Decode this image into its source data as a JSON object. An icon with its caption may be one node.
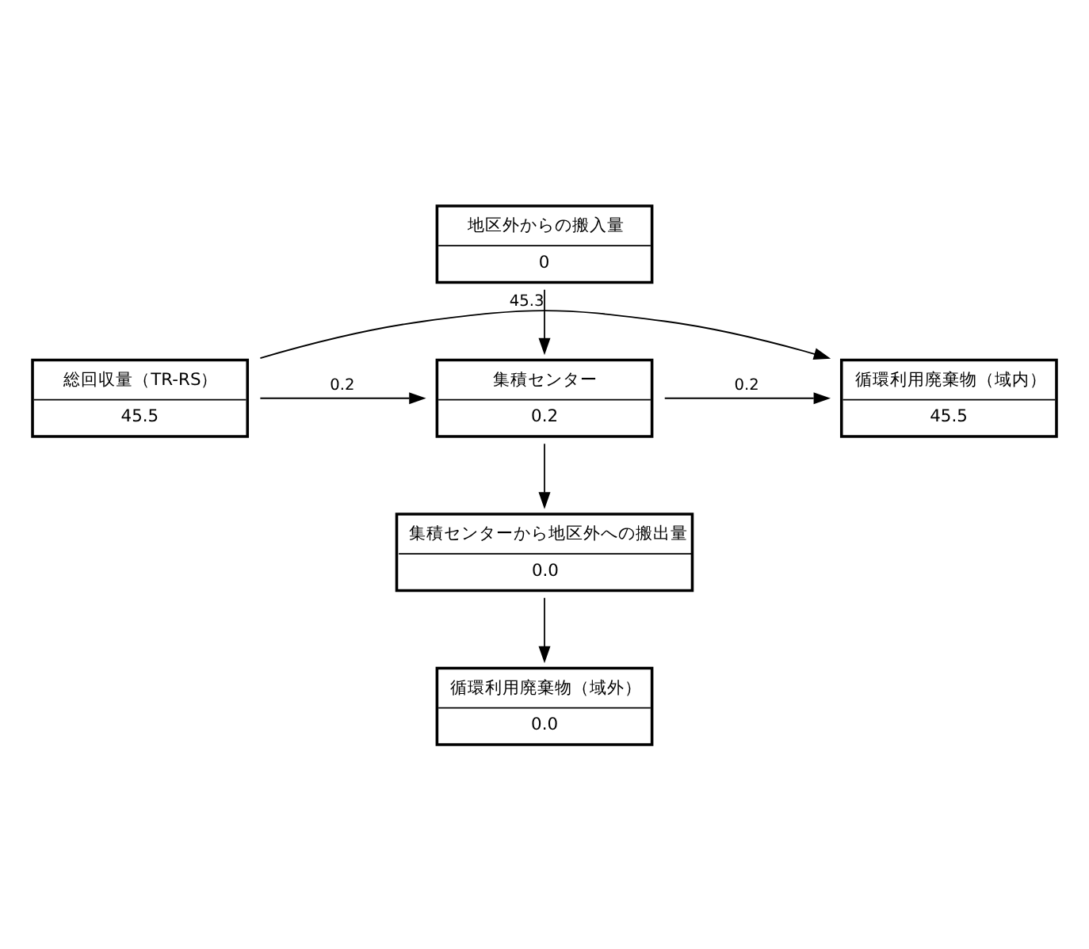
{
  "diagram": {
    "nodes": [
      {
        "text": [
          "地区外からの搬入量",
          "0"
        ]
      },
      {
        "text": [
          "総回収量（TR-RS）",
          "45.5"
        ]
      },
      {
        "text": [
          "集積センター",
          "0.2"
        ]
      },
      {
        "text": [
          "循環利用廃棄物（域内）",
          "45.5"
        ]
      },
      {
        "text": [
          "集積センターから地区外への搬出量",
          "0.0"
        ]
      },
      {
        "text": [
          "循環利用廃棄物（域外）",
          "0.0"
        ]
      }
    ],
    "edges": [
      {
        "from": 0,
        "to": 2,
        "arrow": "to"
      },
      {
        "from": 1,
        "to": 2,
        "arrow": "to",
        "label": "0.2"
      },
      {
        "from": 2,
        "to": 3,
        "arrow": "to",
        "label": "0.2"
      },
      {
        "from": 1,
        "to": 3,
        "arrow": "to",
        "label": "45.3"
      },
      {
        "from": 2,
        "to": 4,
        "arrow": "to"
      },
      {
        "from": 4,
        "to": 5,
        "arrow": "to"
      }
    ]
  }
}
